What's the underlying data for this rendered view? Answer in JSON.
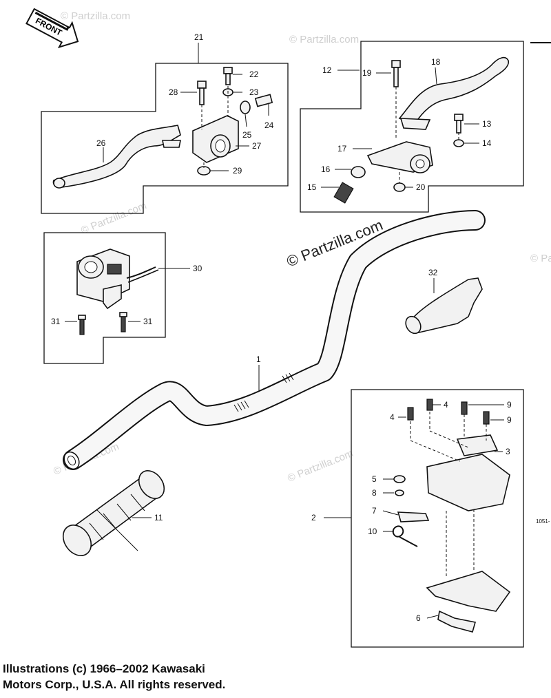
{
  "front_label": "FRONT",
  "watermark": "© Partzilla.com",
  "watermark_center": "© Partzilla.com",
  "drawing_code": "1051-",
  "footer": {
    "line1": "Illustrations (c) 1966–2002 Kawasaki",
    "line2": "Motors Corp., U.S.A.  All rights reserved."
  },
  "callouts": {
    "c1": "1",
    "c2": "2",
    "c3": "3",
    "c4a": "4",
    "c4b": "4",
    "c5": "5",
    "c6": "6",
    "c7": "7",
    "c8": "8",
    "c9a": "9",
    "c9b": "9",
    "c10": "10",
    "c11": "11",
    "c12": "12",
    "c13": "13",
    "c14": "14",
    "c15": "15",
    "c16": "16",
    "c17": "17",
    "c18": "18",
    "c19": "19",
    "c20": "20",
    "c21": "21",
    "c22": "22",
    "c23": "23",
    "c24": "24",
    "c25": "25",
    "c26": "26",
    "c27": "27",
    "c28": "28",
    "c29": "29",
    "c30": "30",
    "c31a": "31",
    "c31b": "31",
    "c32": "32"
  }
}
